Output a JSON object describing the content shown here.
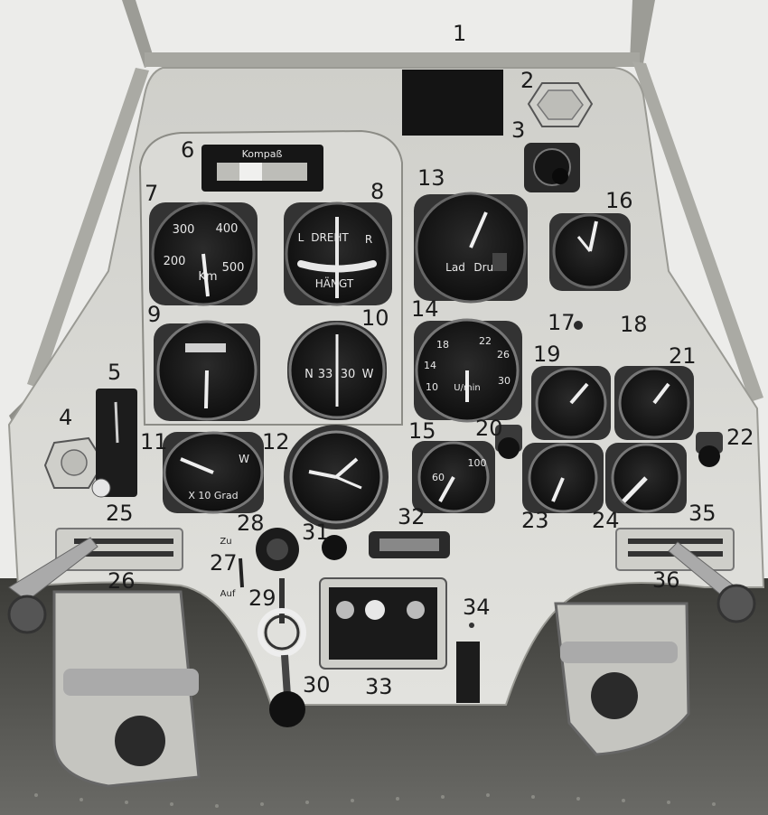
{
  "callouts": [
    "1",
    "2",
    "3",
    "4",
    "5",
    "6",
    "7",
    "8",
    "9",
    "10",
    "11",
    "12",
    "13",
    "14",
    "15",
    "16",
    "17",
    "18",
    "19",
    "20",
    "21",
    "22",
    "23",
    "24",
    "25",
    "26",
    "27",
    "28",
    "29",
    "30",
    "31",
    "32",
    "33",
    "34",
    "35",
    "36"
  ],
  "labels": {
    "kompass": "Kompaß",
    "speed": {
      "t300": "300",
      "t400": "400",
      "t200": "200",
      "t500": "500",
      "unit": "Km"
    },
    "turn": {
      "l": "L",
      "r": "R",
      "top": "DREHT",
      "bottom": "HÄNGT"
    },
    "compass": {
      "n": "N",
      "t33": "33",
      "t30": "30",
      "w": "W"
    },
    "boost": {
      "lad": "Lad",
      "druck": "Druck"
    },
    "rpm": {
      "t18": "18",
      "t22": "22",
      "t14": "14",
      "t26": "26",
      "t10": "10",
      "t30": "30",
      "unit": "U/min"
    },
    "heading": {
      "unit": "X 10 Grad",
      "w": "W"
    },
    "small": {
      "t60": "60",
      "t100": "100"
    },
    "lever": {
      "zu": "Zu",
      "auf": "Auf"
    }
  },
  "colors": {
    "panel": "#d8d8d4",
    "frame": "#b5b5ae",
    "floor": "#4a4a46",
    "gauge": "#121212"
  }
}
